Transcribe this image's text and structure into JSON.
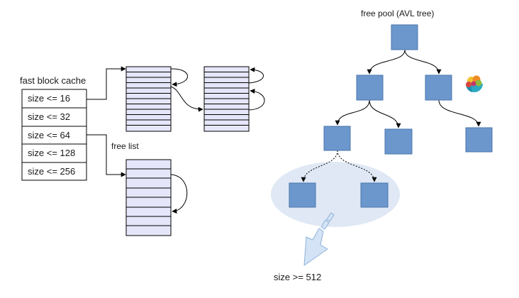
{
  "labels": {
    "fast_block_cache": "fast block cache",
    "free_list": "free list",
    "free_pool": "free pool (AVL tree)",
    "large_size": "size >= 512"
  },
  "cache_entries": [
    {
      "label": "size <= 16"
    },
    {
      "label": "size <= 32"
    },
    {
      "label": "size <= 64"
    },
    {
      "label": "size <= 128"
    },
    {
      "label": "size <= 256"
    }
  ],
  "colors": {
    "block_fill": "#e6e6fa",
    "node_fill": "#6c97cd",
    "node_stroke": "#4a76ad",
    "cluster_fill": "#dfe8f4",
    "arrow_fill": "#d4e3f5",
    "arrow_stroke": "#8bb2da"
  },
  "icons": {
    "logo": "fruit-bowl-logo-icon"
  }
}
